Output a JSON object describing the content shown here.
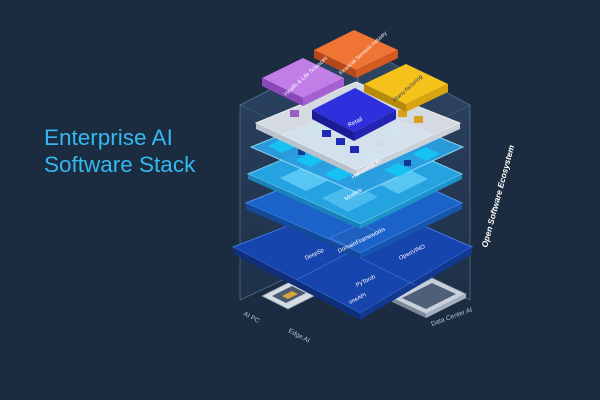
{
  "headline": {
    "line1": "Enterprise AI",
    "line2": "Software Stack"
  },
  "ecosystem_label": "Open Software Ecosystem",
  "verticals": {
    "health": "Health & Life Sciences",
    "financial": "Financial Services Industry",
    "retail": "Retail",
    "manufacturing": "Manu-facturing"
  },
  "layers": {
    "horizontal_ai": "Horizontal AI",
    "models": "Models",
    "domain_frameworks": "DomainFrameworks",
    "deepsp": "DeepSp",
    "pytorch": "PyTorch",
    "openvino": "OpenVINO",
    "oneapi": "oneAPI"
  },
  "hardware": {
    "ai_pc": "AI PC",
    "edge_ai": "Edge AI",
    "data_center_ai": "Data Center AI"
  },
  "colors": {
    "background": "#1b2b40",
    "headline": "#33b9f0",
    "health": "#b876e0",
    "financial": "#ef6a2f",
    "retail": "#2c2fd9",
    "manufacturing": "#f2bd16",
    "horizontal": "#dfe4ec",
    "models": "#2aa6e2",
    "frameworks": "#1b63c9",
    "foundation": "#163fa6"
  }
}
